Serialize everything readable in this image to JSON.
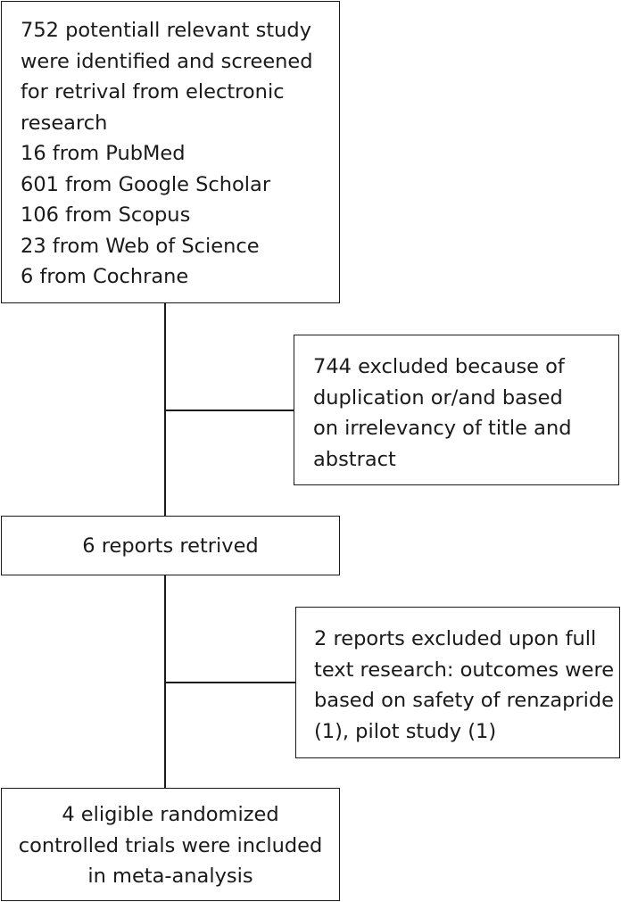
{
  "flowchart": {
    "identified": {
      "lines": [
        "752 potentiall relevant study",
        "were identified and screened",
        "for retrival from electronic",
        "research",
        "16 from PubMed",
        "601 from Google Scholar",
        "106 from Scopus",
        "23 from Web of Science",
        "6 from Cochrane"
      ]
    },
    "excluded_screening": {
      "lines": [
        "744 excluded because of",
        "duplication or/and based",
        "on irrelevancy of title and",
        "abstract"
      ]
    },
    "retrieved": {
      "lines": [
        "6 reports retrived"
      ]
    },
    "excluded_fulltext": {
      "lines": [
        "2 reports excluded upon full",
        "text research: outcomes were",
        "based on safety of renzapride",
        "(1), pilot study (1)"
      ]
    },
    "included": {
      "lines": [
        "4 eligible randomized",
        "controlled trials were included",
        "in meta-analysis"
      ]
    }
  }
}
